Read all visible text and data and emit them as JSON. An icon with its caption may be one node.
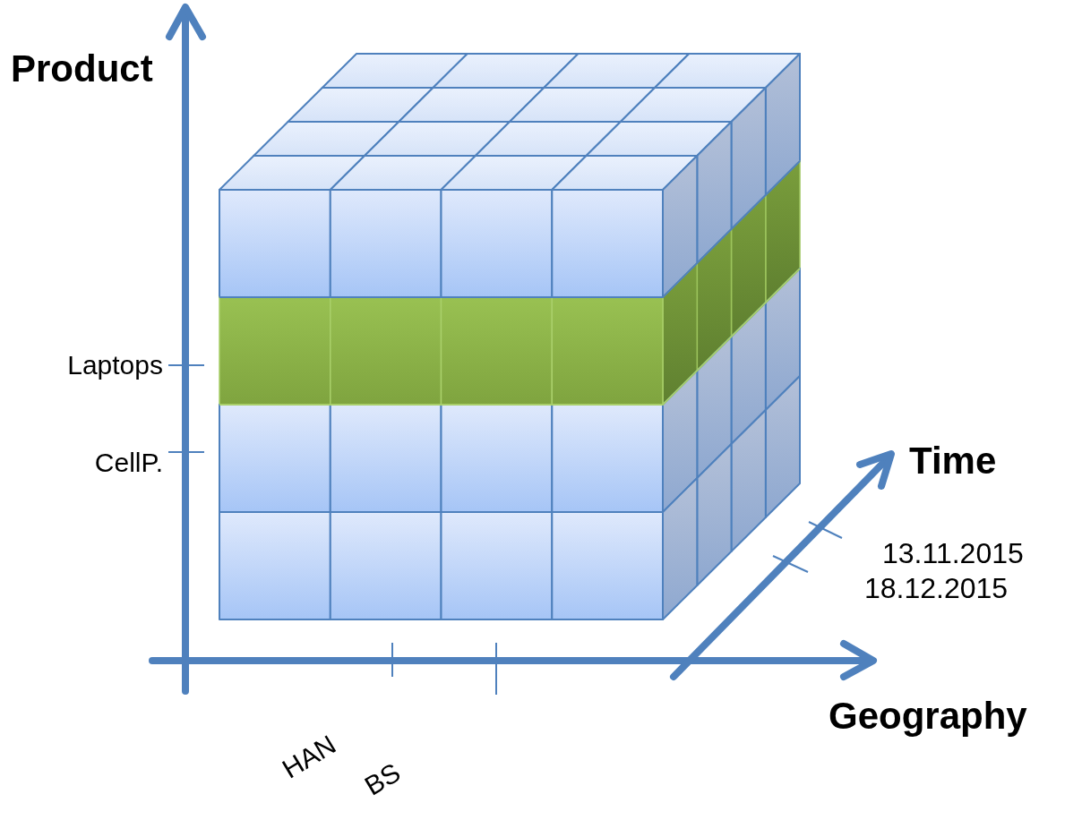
{
  "diagram": {
    "labels": [
      "Product",
      "Laptops",
      "CellP.",
      "Time",
      "13.11.2015",
      "18.12.2015",
      "Geography",
      "HAN",
      "BS"
    ]
  }
}
